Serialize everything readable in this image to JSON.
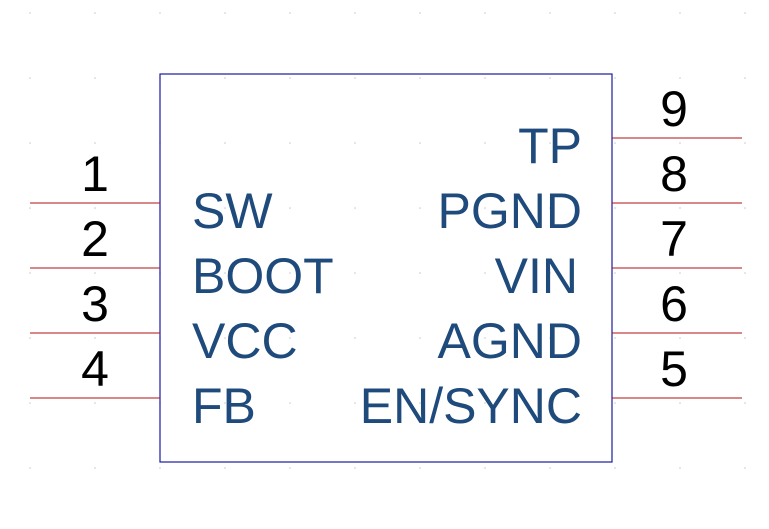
{
  "component": {
    "colors": {
      "body_outline": "#1a1aa0",
      "pin_line": "#b01010",
      "pin_name": "#1f4a7c",
      "pin_number": "#000000"
    },
    "left_pins": [
      {
        "number": "1",
        "name": "SW"
      },
      {
        "number": "2",
        "name": "BOOT"
      },
      {
        "number": "3",
        "name": "VCC"
      },
      {
        "number": "4",
        "name": "FB"
      }
    ],
    "right_pins": [
      {
        "number": "9",
        "name": "TP"
      },
      {
        "number": "8",
        "name": "PGND"
      },
      {
        "number": "7",
        "name": "VIN"
      },
      {
        "number": "6",
        "name": "AGND"
      },
      {
        "number": "5",
        "name": "EN/SYNC"
      }
    ]
  }
}
